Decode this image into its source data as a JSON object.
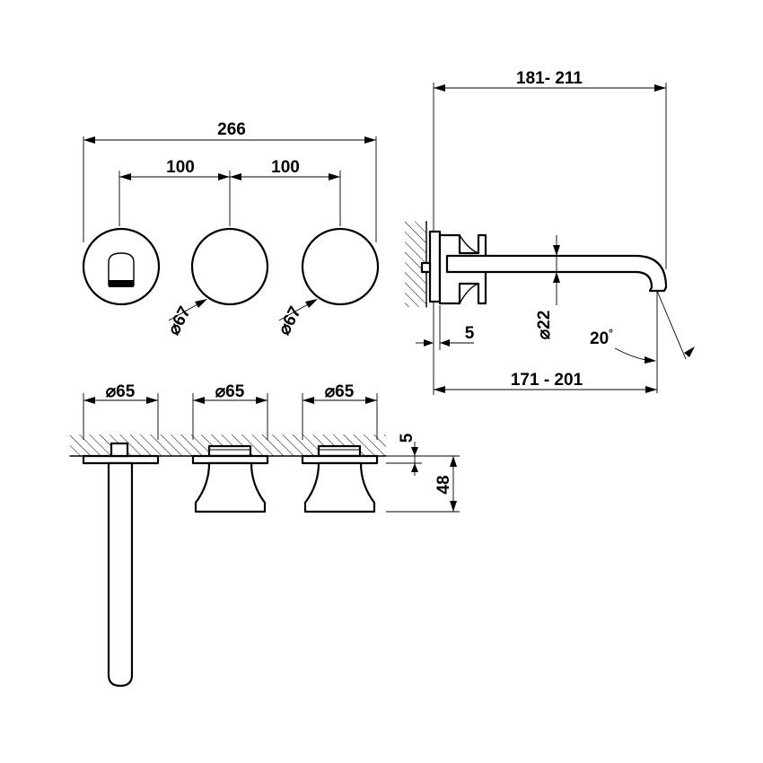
{
  "front_view": {
    "overall_width": "266",
    "spacing_left": "100",
    "spacing_right": "100",
    "handle_diameter_left": "67",
    "handle_diameter_right": "67"
  },
  "side_view": {
    "projection_range": "181- 211",
    "spout_reach_range": "171 - 201",
    "plate_thickness": "5",
    "spout_diameter": "22",
    "spout_angle": "20"
  },
  "top_view": {
    "plate_diameter_1": "65",
    "plate_diameter_2": "65",
    "plate_diameter_3": "65",
    "plate_depth": "5",
    "handle_projection": "48"
  },
  "symbols": {
    "diameter": "⌀",
    "degree": "°"
  }
}
